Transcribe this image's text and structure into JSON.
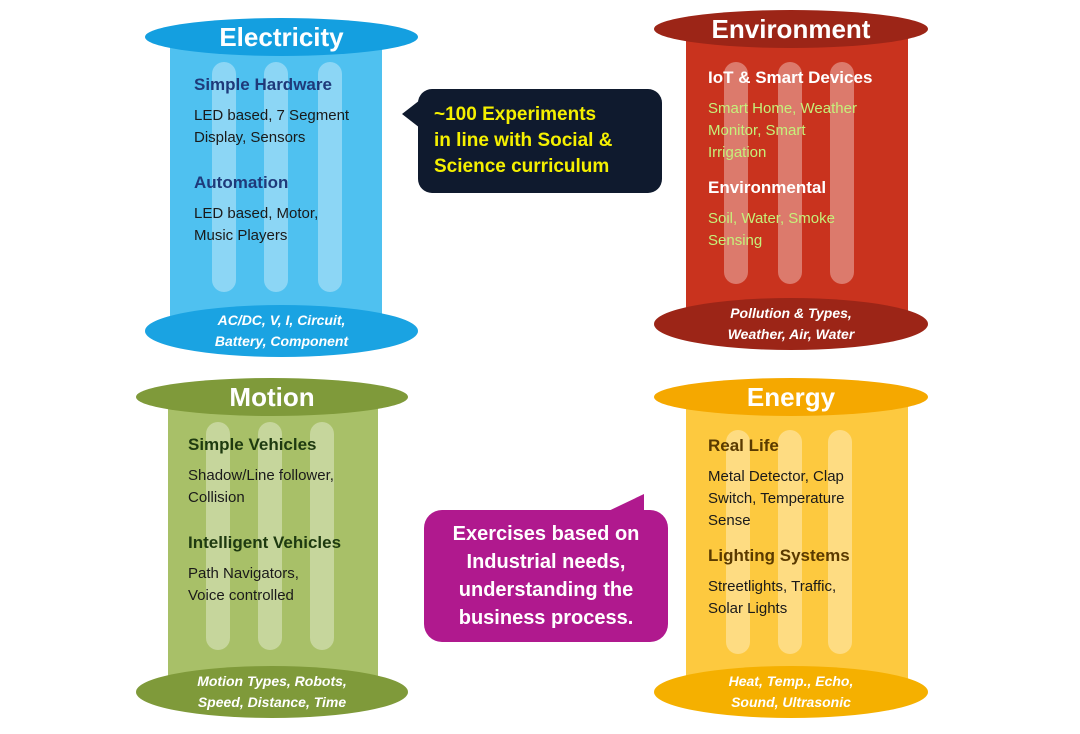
{
  "pillars": {
    "electricity": {
      "title": "Electricity",
      "sections": [
        {
          "heading": "Simple Hardware",
          "lines": [
            "LED based, 7 Segment",
            "Display, Sensors"
          ]
        },
        {
          "heading": "Automation",
          "lines": [
            "LED based, Motor,",
            "Music Players"
          ]
        }
      ],
      "base_lines": [
        "AC/DC,  V, I, Circuit,",
        "Battery, Component"
      ],
      "colors": {
        "cap": "#149fe0",
        "shaft": "#4fc1f0",
        "base": "#1aa3e2",
        "heading": "#1f3a7a",
        "text": "#1a1a1a"
      }
    },
    "environment": {
      "title": "Environment",
      "sections": [
        {
          "heading": "IoT & Smart Devices",
          "lines": [
            "Smart Home, Weather",
            "Monitor, Smart",
            "Irrigation"
          ]
        },
        {
          "heading": "Environmental",
          "lines": [
            "Soil, Water, Smoke",
            "Sensing"
          ]
        }
      ],
      "base_lines": [
        "Pollution & Types,",
        "Weather, Air, Water"
      ],
      "colors": {
        "cap": "#9c2517",
        "shaft": "#c9331e",
        "base": "#9c2517",
        "heading": "#ffffff",
        "text": "#c6f07a"
      }
    },
    "motion": {
      "title": "Motion",
      "sections": [
        {
          "heading": "Simple Vehicles",
          "lines": [
            "Shadow/Line follower,",
            "Collision"
          ]
        },
        {
          "heading": "Intelligent Vehicles",
          "lines": [
            "Path Navigators,",
            "Voice controlled"
          ]
        }
      ],
      "base_lines": [
        "Motion Types, Robots,",
        "Speed, Distance, Time"
      ],
      "colors": {
        "cap": "#7f9a3a",
        "shaft": "#a8c068",
        "base": "#7f9a3a",
        "heading": "#1e3a10",
        "text": "#1a1a1a"
      }
    },
    "energy": {
      "title": "Energy",
      "sections": [
        {
          "heading": "Real Life",
          "lines": [
            "Metal Detector, Clap",
            "Switch, Temperature",
            "Sense"
          ]
        },
        {
          "heading": "Lighting Systems",
          "lines": [
            "Streetlights, Traffic,",
            "Solar Lights"
          ]
        }
      ],
      "base_lines": [
        "Heat, Temp., Echo,",
        "Sound, Ultrasonic"
      ],
      "colors": {
        "cap": "#f5a800",
        "shaft": "#fdc93f",
        "base": "#f5b000",
        "heading": "#5a3a00",
        "text": "#1a1a1a"
      }
    }
  },
  "callouts": {
    "experiments": {
      "lines": [
        "~100 Experiments",
        "in line with Social &",
        "Science curriculum"
      ],
      "colors": {
        "bg": "#0f1a2e",
        "text": "#f5f000"
      }
    },
    "exercises": {
      "lines": [
        "Exercises based on",
        "Industrial needs,",
        "understanding the",
        "business process."
      ],
      "colors": {
        "bg": "#b0198e",
        "text": "#ffffff"
      }
    }
  }
}
